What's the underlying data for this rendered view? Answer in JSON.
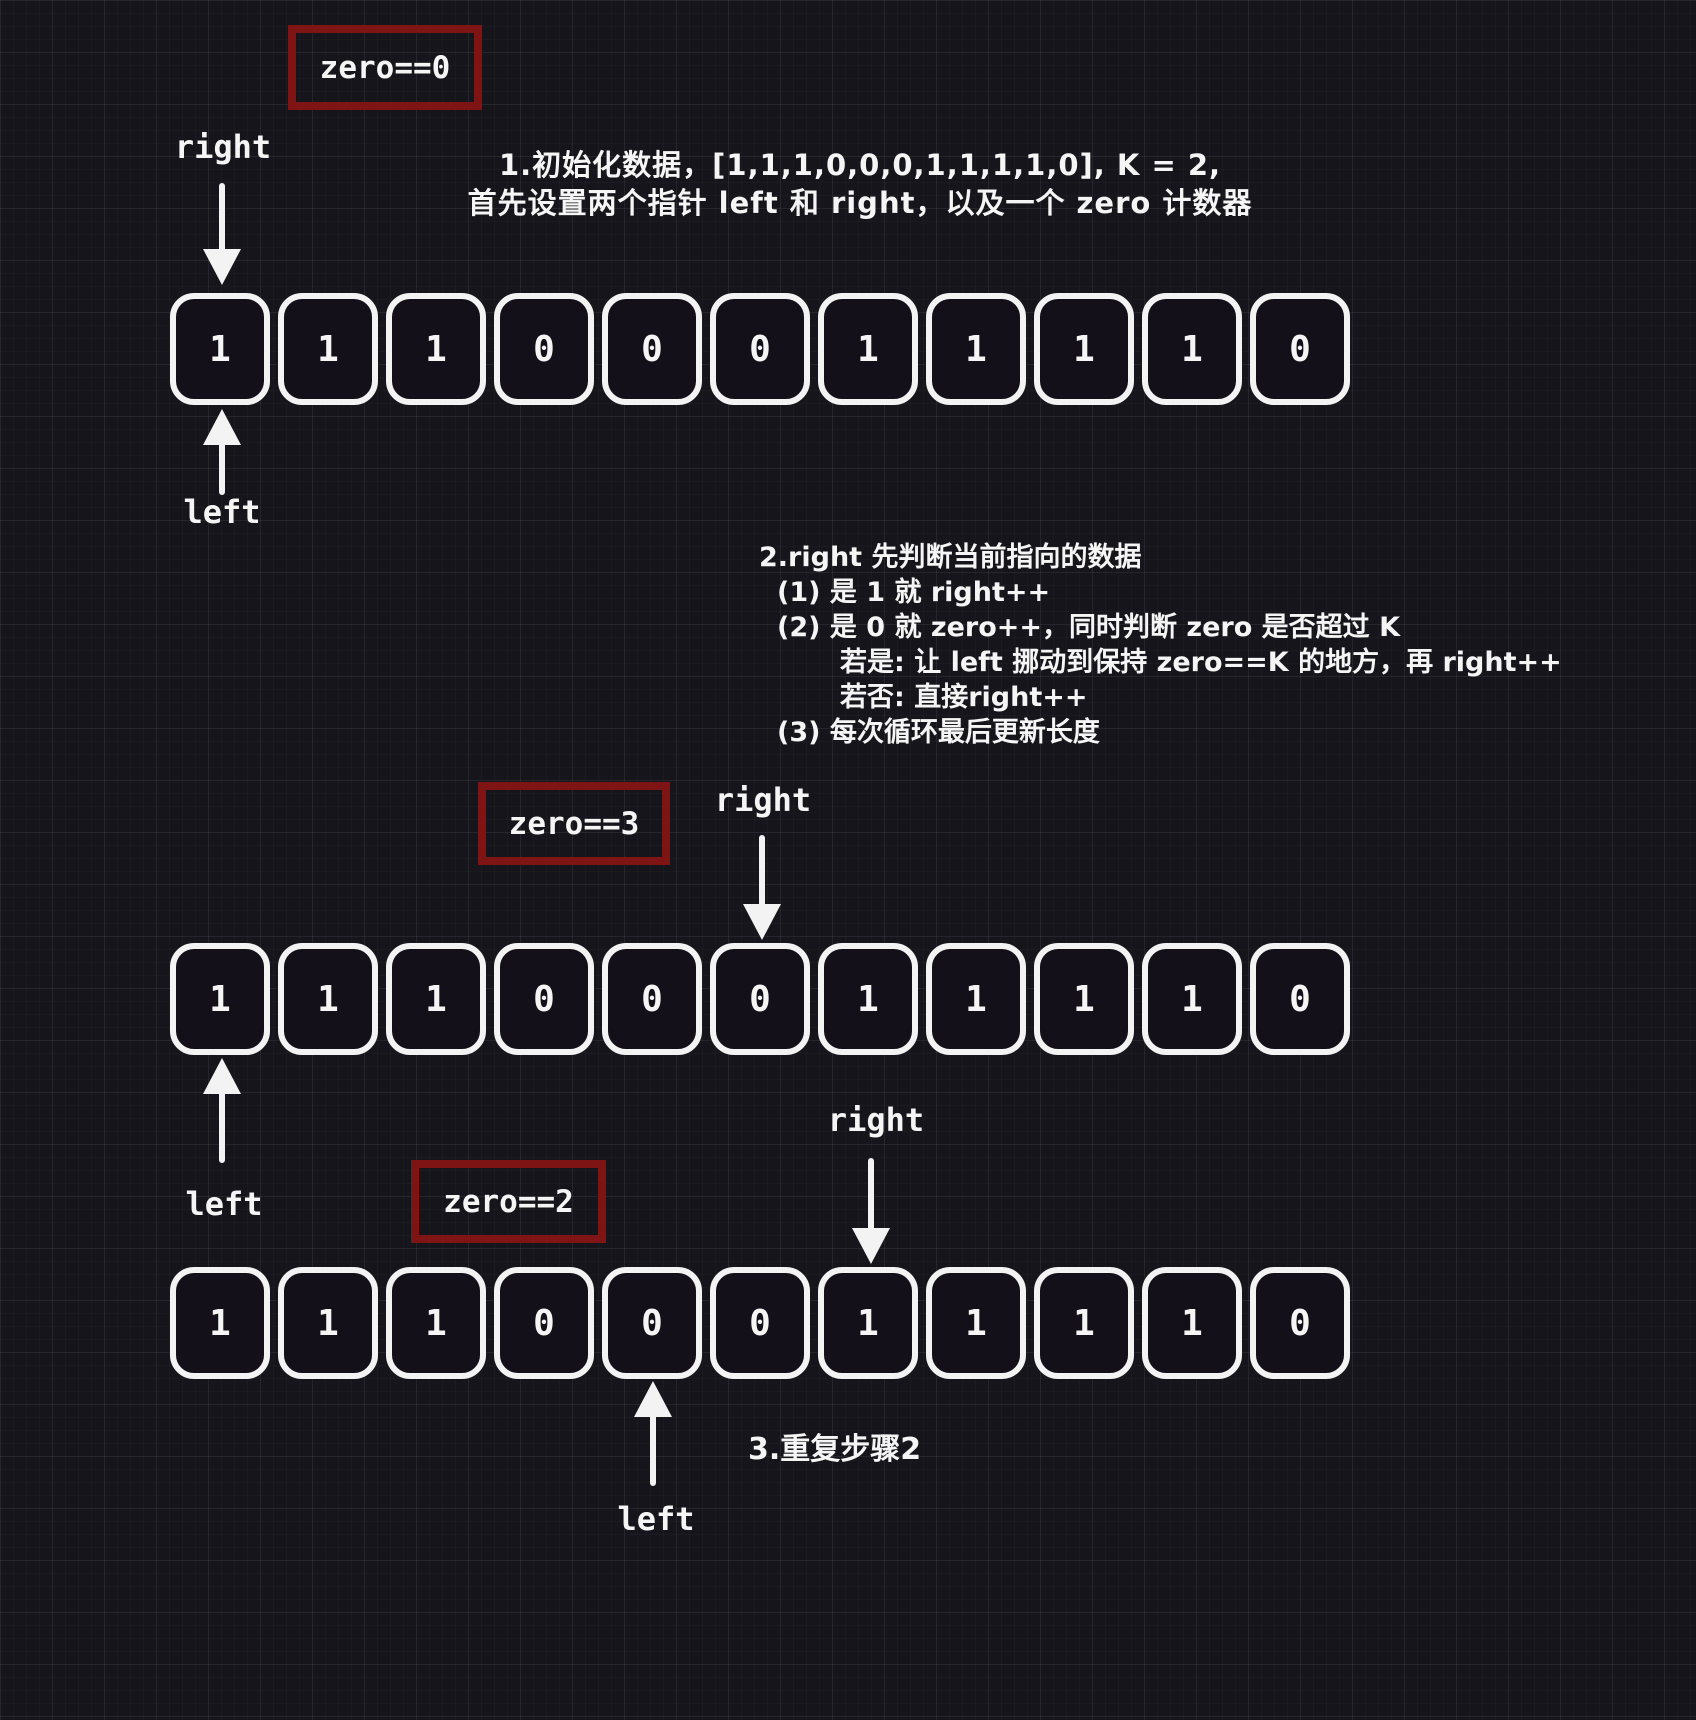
{
  "colors": {
    "background": "#15151b",
    "cell_border": "#f3f3f3",
    "cell_fill": "#131019",
    "counter_border": "#7e1414",
    "text": "#f5f5f5"
  },
  "pointer_labels": {
    "right": "right",
    "left": "left"
  },
  "counters": {
    "initial": "zero==0",
    "exceeded": "zero==3",
    "adjusted": "zero==2"
  },
  "step1": {
    "line1": "1.初始化数据，[1,1,1,0,0,0,1,1,1,1,0], K = 2,",
    "line2": "首先设置两个指针 left 和 right，以及一个 zero 计数器"
  },
  "step2": {
    "lines": [
      "2.right 先判断当前指向的数据",
      "(1) 是 1 就 right++",
      "(2) 是 0 就 zero++，同时判断 zero 是否超过 K",
      "若是: 让 left 挪动到保持 zero==K 的地方，再 right++",
      "若否: 直接right++",
      "(3) 每次循环最后更新长度"
    ]
  },
  "step3": {
    "label": "3.重复步骤2"
  },
  "array_rows": [
    {
      "name": "step1-initial",
      "values": [
        "1",
        "1",
        "1",
        "0",
        "0",
        "0",
        "1",
        "1",
        "1",
        "1",
        "0"
      ]
    },
    {
      "name": "step2-zero-exceeded",
      "values": [
        "1",
        "1",
        "1",
        "0",
        "0",
        "0",
        "1",
        "1",
        "1",
        "1",
        "0"
      ]
    },
    {
      "name": "step3-after-left-moved",
      "values": [
        "1",
        "1",
        "1",
        "0",
        "0",
        "0",
        "1",
        "1",
        "1",
        "1",
        "0"
      ]
    }
  ]
}
